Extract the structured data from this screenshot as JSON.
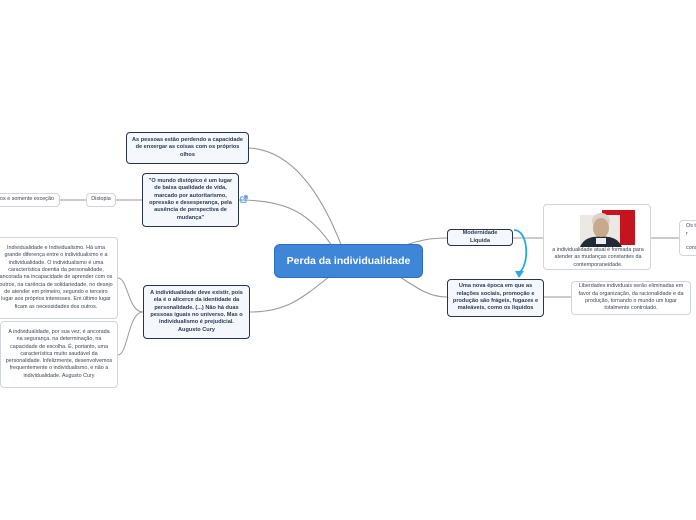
{
  "title": "Perda da individualidade",
  "topics": {
    "t1": "As pessoas estão perdendo a capacidade de enxergar as coisas com os próprios olhos",
    "t2": "\"O mundo distópico é um lugar de baixa qualidade de vida, marcado por autoritarismo, opressão e desesperança, pela ausência de perspectiva de mudança\"",
    "t3": "A individualidade deve existir, pois ela é o alicerce da identidade da personalidade. (...) Não há duas pessoas iguais no universo. Mas o individualismo é prejudicial. Augusto Cury",
    "t4": "Modernidade Liquida",
    "t5": "Uma nova época em que as relações sociais, promoção e produção são frágeis, fugazes e maleáveis, como os líquidos"
  },
  "subs": {
    "distopia": "Distopia",
    "distopia_child": "os e somente exceção",
    "cury1": "Individualidade e Individualismo. Há uma grande diferença entre o individualismo e a individualidade. O individualismo é uma característica doentia da personalidade, ancorada na incapacidade de aprender com os outros, na carência de solidariedade, no desejo de atender em primeiro, segundo e terceiro lugar aos próprios interesses. Em último lugar ficam as necessidades dos outros.",
    "cury2": "A individualidade, por sua vez, é ancorada na segurança, na determinação, na capacidade de escolha. É, portanto, uma característica muito saudável da personalidade. Infelizmente, desenvolvemos frequentemente o individualismo, e não a individualidade. Augusto Cury",
    "photo_caption": "a individualidade atual é formada para atender as mudanças constantes da contemporaneidade.",
    "liberdades": "Liberdades individuais serão eliminadas em favor da organização, da racionalidade e da produção, tornando o mundo um lugar totalmente controlado.",
    "right_cut": "Os t\nr\n\ncons"
  },
  "icons": {
    "link": "external-link-icon",
    "relationship": "relationship-arrow"
  },
  "colors": {
    "center_fill": "#3d86d8",
    "main_border": "#27344f",
    "connector": "#9a9a9a",
    "relationship": "#27a9e6"
  }
}
